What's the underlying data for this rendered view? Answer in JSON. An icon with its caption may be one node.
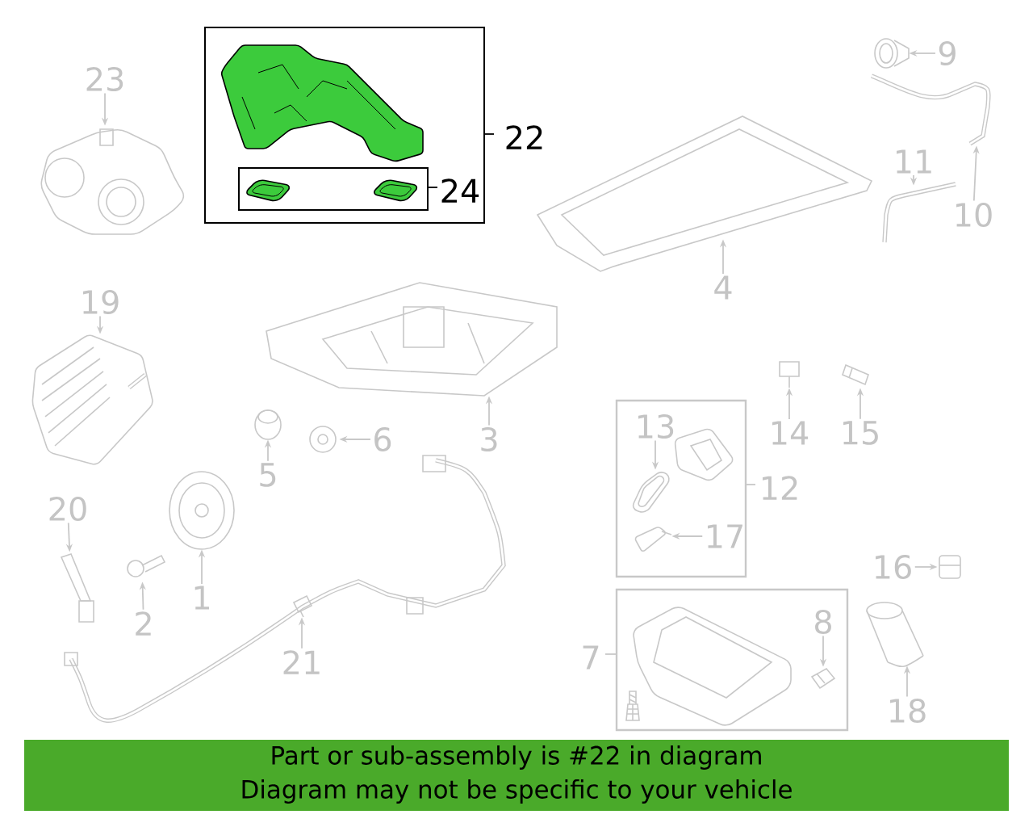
{
  "diagram": {
    "nodes": [
      {
        "text": [
          "22"
        ]
      },
      {
        "text": [],
        "shape": "picture",
        "in": 0
      },
      {
        "text": [
          "24"
        ],
        "in": 0
      },
      {
        "text": [],
        "shape": "picture",
        "in": 2
      },
      {
        "text": [],
        "shape": "picture",
        "in": 2
      },
      {
        "text": [
          "23"
        ]
      },
      {
        "text": [],
        "shape": "picture"
      },
      {
        "text": [
          "9"
        ]
      },
      {
        "text": [],
        "shape": "picture"
      },
      {
        "text": [
          "11"
        ]
      },
      {
        "text": [],
        "shape": "picture"
      },
      {
        "text": [
          "10"
        ]
      },
      {
        "text": [],
        "shape": "picture"
      },
      {
        "text": [],
        "shape": "picture"
      },
      {
        "text": [
          "4"
        ]
      },
      {
        "text": [
          "19"
        ]
      },
      {
        "text": [],
        "shape": "picture"
      },
      {
        "text": [],
        "shape": "picture"
      },
      {
        "text": [
          "3"
        ]
      },
      {
        "text": [],
        "shape": "picture"
      },
      {
        "text": [
          "14"
        ]
      },
      {
        "text": [],
        "shape": "picture"
      },
      {
        "text": [
          "15"
        ]
      },
      {
        "text": [
          "12"
        ]
      },
      {
        "text": [
          "13"
        ],
        "in": 23
      },
      {
        "text": [],
        "shape": "picture",
        "in": 23
      },
      {
        "text": [],
        "shape": "picture",
        "in": 23
      },
      {
        "text": [],
        "shape": "picture",
        "in": 23
      },
      {
        "text": [
          "17"
        ],
        "in": 23
      },
      {
        "text": [
          "7"
        ]
      },
      {
        "text": [
          "8"
        ],
        "in": 29
      },
      {
        "text": [],
        "shape": "picture",
        "in": 29
      },
      {
        "text": [],
        "shape": "picture",
        "in": 29
      },
      {
        "text": [],
        "shape": "picture",
        "in": 29
      },
      {
        "text": [
          "16"
        ]
      },
      {
        "text": [],
        "shape": "picture"
      },
      {
        "text": [],
        "shape": "picture"
      },
      {
        "text": [
          "18"
        ]
      },
      {
        "text": [],
        "shape": "picture"
      },
      {
        "text": [],
        "shape": "picture"
      },
      {
        "text": [
          "6"
        ]
      },
      {
        "text": [
          "5"
        ]
      },
      {
        "text": [],
        "shape": "picture"
      },
      {
        "text": [],
        "shape": "picture"
      },
      {
        "text": [
          "20"
        ]
      },
      {
        "text": [],
        "shape": "picture"
      },
      {
        "text": [
          "1"
        ]
      },
      {
        "text": [
          "2"
        ]
      },
      {
        "text": [],
        "shape": "picture"
      },
      {
        "text": [
          "21"
        ]
      },
      {
        "text": [
          "Part or sub-assembly is #22 in diagram",
          "Diagram may not be specific to your vehicle"
        ]
      }
    ],
    "edges": [
      {
        "from": 5,
        "to": 6,
        "arrow": "to"
      },
      {
        "from": 7,
        "to": 8,
        "arrow": "to"
      },
      {
        "from": 9,
        "to": 10,
        "arrow": "to"
      },
      {
        "from": 11,
        "to": 12,
        "arrow": "to"
      },
      {
        "from": 14,
        "to": 13,
        "arrow": "to"
      },
      {
        "from": 15,
        "to": 16,
        "arrow": "to"
      },
      {
        "from": 18,
        "to": 17,
        "arrow": "to"
      },
      {
        "from": 20,
        "to": 19,
        "arrow": "to"
      },
      {
        "from": 22,
        "to": 21,
        "arrow": "to"
      },
      {
        "from": 24,
        "to": 26,
        "arrow": "to"
      },
      {
        "from": 28,
        "to": 27,
        "arrow": "to"
      },
      {
        "from": 30,
        "to": 33,
        "arrow": "to"
      },
      {
        "from": 34,
        "to": 35,
        "arrow": "to"
      },
      {
        "from": 37,
        "to": 36,
        "arrow": "to"
      },
      {
        "from": 40,
        "to": 39,
        "arrow": "to"
      },
      {
        "from": 41,
        "to": 38,
        "arrow": "to"
      },
      {
        "from": 44,
        "to": 45,
        "arrow": "to"
      },
      {
        "from": 46,
        "to": 42,
        "arrow": "to"
      },
      {
        "from": 47,
        "to": 43,
        "arrow": "to"
      },
      {
        "from": 49,
        "to": 48,
        "arrow": "to"
      }
    ]
  }
}
